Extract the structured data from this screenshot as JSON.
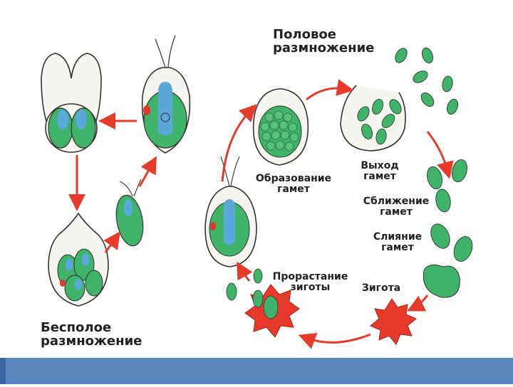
{
  "diagram": {
    "asexual_title_line1": "Бесполое",
    "asexual_title_line2": "размножение",
    "sexual_title_line1": "Половое",
    "sexual_title_line2": "размножение",
    "stages": {
      "gamete_formation_line1": "Образование",
      "gamete_formation_line2": "гамет",
      "gamete_release_line1": "Выход",
      "gamete_release_line2": "гамет",
      "gamete_approach_line1": "Сближение",
      "gamete_approach_line2": "гамет",
      "gamete_fusion_line1": "Слияние",
      "gamete_fusion_line2": "гамет",
      "zygote": "Зигота",
      "zygote_germination_line1": "Прорастание",
      "zygote_germination_line2": "зиготы"
    },
    "colors": {
      "cell_green": "#3fb36a",
      "nucleus_blue": "#5aa7d9",
      "eyespot_red": "#e23a2a",
      "zygote_red": "#e83a2a",
      "arrow_red": "#e63a2a",
      "footer_bar": "#5b86c0"
    }
  }
}
